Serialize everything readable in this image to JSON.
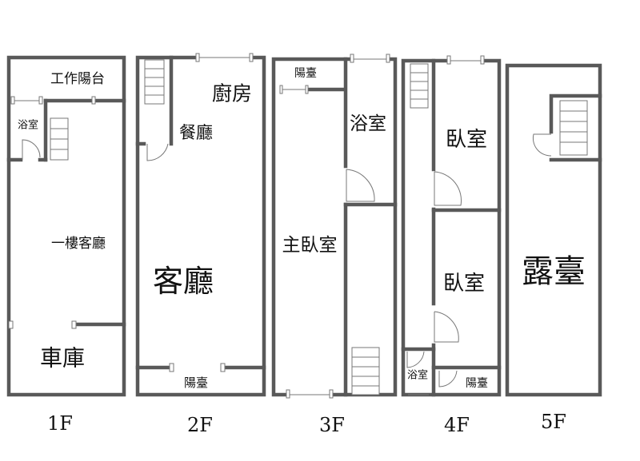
{
  "floors": [
    {
      "name": "1F",
      "rooms": [
        "工作陽台",
        "浴室",
        "一樓客廳",
        "車庫"
      ]
    },
    {
      "name": "2F",
      "rooms": [
        "廚房",
        "餐廳",
        "客廳",
        "陽臺"
      ]
    },
    {
      "name": "3F",
      "rooms": [
        "陽臺",
        "浴室",
        "主臥室"
      ]
    },
    {
      "name": "4F",
      "rooms": [
        "臥室",
        "臥室",
        "浴室",
        "陽臺"
      ]
    },
    {
      "name": "5F",
      "rooms": [
        "露臺"
      ]
    }
  ],
  "colors": {
    "wall": "#595959",
    "text": "#111111"
  }
}
